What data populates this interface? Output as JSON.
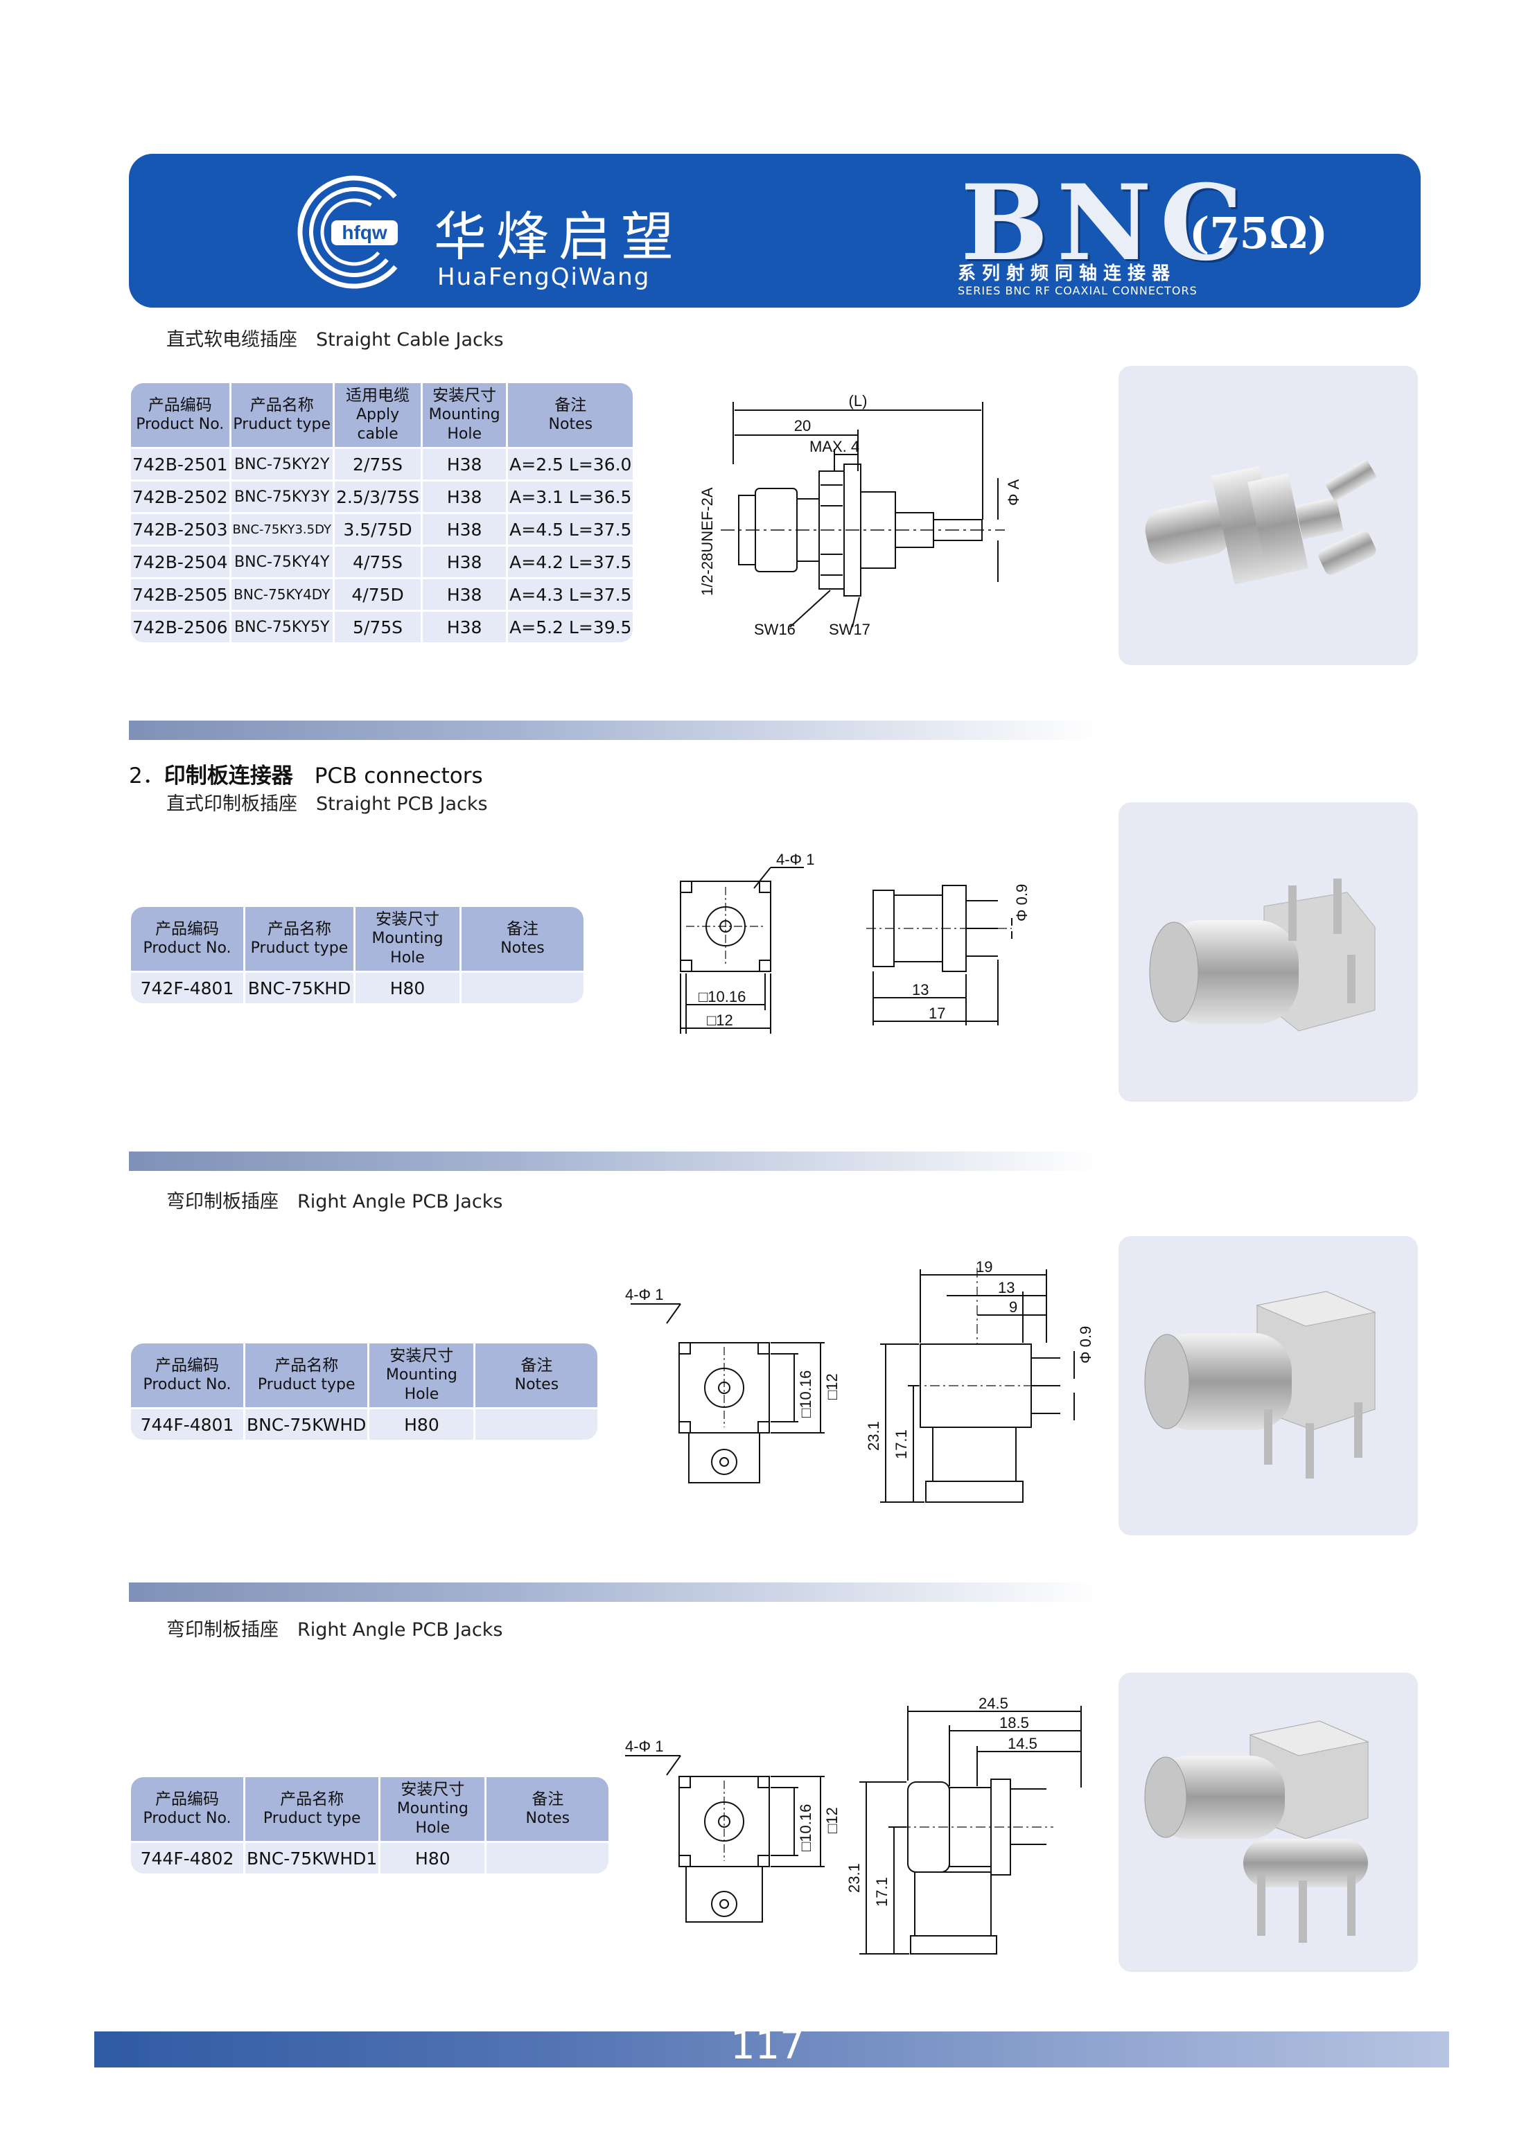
{
  "header": {
    "logo_text": "hfqw",
    "brand_cn": "华烽启望",
    "brand_en": "HuaFengQiWang",
    "title_bnc": "BNC",
    "title_ohm": "(75Ω)",
    "series_cn": "系列射频同轴连接器",
    "series_en": "SERIES BNC RF COAXIAL CONNECTORS",
    "brand_color": "#1657b3"
  },
  "sections": [
    {
      "subtitle": "直式软电缆插座　Straight Cable Jacks",
      "columns": [
        {
          "cn": "产品编码",
          "en": "Product No."
        },
        {
          "cn": "产品名称",
          "en": "Pruduct type"
        },
        {
          "cn": "适用电缆",
          "en": "Apply cable"
        },
        {
          "cn": "安装尺寸",
          "en": "Mounting Hole"
        },
        {
          "cn": "备注",
          "en": "Notes"
        }
      ],
      "rows": [
        [
          "742B-2501",
          "BNC-75KY2Y",
          "2/75S",
          "H38",
          "A=2.5 L=36.0"
        ],
        [
          "742B-2502",
          "BNC-75KY3Y",
          "2.5/3/75S",
          "H38",
          "A=3.1 L=36.5"
        ],
        [
          "742B-2503",
          "BNC-75KY3.5DY",
          "3.5/75D",
          "H38",
          "A=4.5 L=37.5"
        ],
        [
          "742B-2504",
          "BNC-75KY4Y",
          "4/75S",
          "H38",
          "A=4.2 L=37.5"
        ],
        [
          "742B-2505",
          "BNC-75KY4DY",
          "4/75D",
          "H38",
          "A=4.3 L=37.5"
        ],
        [
          "742B-2506",
          "BNC-75KY5Y",
          "5/75S",
          "H38",
          "A=5.2 L=39.5"
        ]
      ],
      "drawing": {
        "dim_L": "(L)",
        "dim_20": "20",
        "dim_max4": "MAX. 4",
        "dim_phiA": "Φ A",
        "thread": "1/2-28UNEF-2A",
        "sw16": "SW16",
        "sw17": "SW17"
      }
    },
    {
      "section_number": "2．",
      "section_title_cn": "印制板连接器",
      "section_title_en": "PCB connectors",
      "subtitle": "直式印制板插座　Straight PCB Jacks",
      "columns": [
        {
          "cn": "产品编码",
          "en": "Product No."
        },
        {
          "cn": "产品名称",
          "en": "Pruduct type"
        },
        {
          "cn": "安装尺寸",
          "en": "Mounting Hole"
        },
        {
          "cn": "备注",
          "en": "Notes"
        }
      ],
      "rows": [
        [
          "742F-4801",
          "BNC-75KHD",
          "H80",
          ""
        ]
      ],
      "drawing": {
        "holes": "4-Φ 1",
        "sq1016": "□10.16",
        "sq12": "□12",
        "phi09": "Φ 0.9",
        "d13": "13",
        "d17": "17"
      }
    },
    {
      "subtitle": "弯印制板插座　Right Angle PCB Jacks",
      "columns": [
        {
          "cn": "产品编码",
          "en": "Product No."
        },
        {
          "cn": "产品名称",
          "en": "Pruduct type"
        },
        {
          "cn": "安装尺寸",
          "en": "Mounting Hole"
        },
        {
          "cn": "备注",
          "en": "Notes"
        }
      ],
      "rows": [
        [
          "744F-4801",
          "BNC-75KWHD",
          "H80",
          ""
        ]
      ],
      "drawing": {
        "holes": "4-Φ 1",
        "sq1016": "□10.16",
        "sq12": "□12",
        "phi09": "Φ 0.9",
        "d19": "19",
        "d13": "13",
        "d9": "9",
        "d231": "23.1",
        "d171": "17.1"
      }
    },
    {
      "subtitle": "弯印制板插座　Right Angle PCB Jacks",
      "columns": [
        {
          "cn": "产品编码",
          "en": "Product No."
        },
        {
          "cn": "产品名称",
          "en": "Pruduct type"
        },
        {
          "cn": "安装尺寸",
          "en": "Mounting Hole"
        },
        {
          "cn": "备注",
          "en": "Notes"
        }
      ],
      "rows": [
        [
          "744F-4802",
          "BNC-75KWHD1",
          "H80",
          ""
        ]
      ],
      "drawing": {
        "holes": "4-Φ 1",
        "sq1016": "□10.16",
        "sq12": "□12",
        "d245": "24.5",
        "d185": "18.5",
        "d145": "14.5",
        "d231": "23.1",
        "d171": "17.1"
      }
    }
  ],
  "footer": {
    "page_number": "117"
  }
}
